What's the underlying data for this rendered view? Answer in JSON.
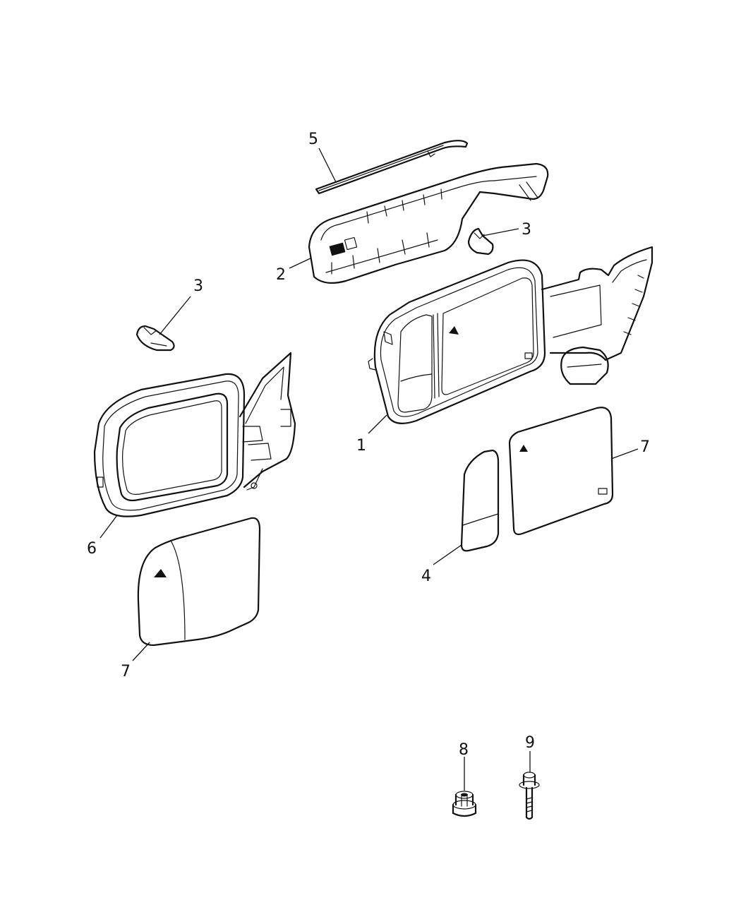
{
  "callouts": {
    "c1": "1",
    "c2": "2",
    "c3a": "3",
    "c3b": "3",
    "c4": "4",
    "c5": "5",
    "c6": "6",
    "c7a": "7",
    "c7b": "7",
    "c8": "8",
    "c9": "9"
  },
  "icons": {
    "upper_cover": "mirror-cover-icon",
    "trim_strip": "trim-strip-icon",
    "clips": "clip-icon",
    "towing_mirror": "towing-mirror-assembly-icon",
    "standard_mirror": "standard-mirror-assembly-icon",
    "glass": "mirror-glass-icon",
    "spotter_glass": "spotter-glass-icon",
    "nut": "flange-nut-icon",
    "bolt": "bolt-icon"
  }
}
